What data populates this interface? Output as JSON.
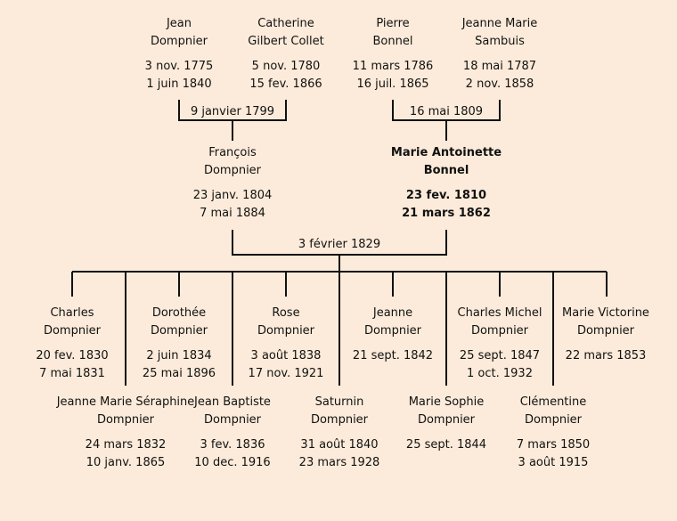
{
  "people": {
    "jean": {
      "name1": "Jean",
      "name2": "Dompnier",
      "birth": "3 nov. 1775",
      "death": "1 juin 1840"
    },
    "catherine": {
      "name1": "Catherine",
      "name2": "Gilbert Collet",
      "birth": "5 nov. 1780",
      "death": "15 fev. 1866"
    },
    "pierre": {
      "name1": "Pierre",
      "name2": "Bonnel",
      "birth": "11 mars 1786",
      "death": "16 juil. 1865"
    },
    "jeanne_marie_s": {
      "name1": "Jeanne Marie",
      "name2": "Sambuis",
      "birth": "18 mai 1787",
      "death": "2 nov. 1858"
    },
    "francois": {
      "name1": "François",
      "name2": "Dompnier",
      "birth": "23 janv. 1804",
      "death": "7 mai 1884"
    },
    "marie_antoinette": {
      "name1": "Marie Antoinette",
      "name2": "Bonnel",
      "birth": "23 fev. 1810",
      "death": "21 mars 1862"
    },
    "charles": {
      "name1": "Charles",
      "name2": "Dompnier",
      "birth": "20 fev. 1830",
      "death": "7 mai 1831"
    },
    "jeanne_marie_seraphine": {
      "name1": "Jeanne Marie Séraphine",
      "name2": "Dompnier",
      "birth": "24 mars 1832",
      "death": "10 janv. 1865"
    },
    "dorothee": {
      "name1": "Dorothée",
      "name2": "Dompnier",
      "birth": "2 juin 1834",
      "death": "25 mai 1896"
    },
    "jean_baptiste": {
      "name1": "Jean Baptiste",
      "name2": "Dompnier",
      "birth": "3 fev. 1836",
      "death": "10 dec. 1916"
    },
    "rose": {
      "name1": "Rose",
      "name2": "Dompnier",
      "birth": "3 août 1838",
      "death": "17 nov. 1921"
    },
    "saturnin": {
      "name1": "Saturnin",
      "name2": "Dompnier",
      "birth": "31 août 1840",
      "death": "23 mars 1928"
    },
    "jeanne": {
      "name1": "Jeanne",
      "name2": "Dompnier",
      "birth": "21 sept. 1842",
      "death": ""
    },
    "marie_sophie": {
      "name1": "Marie Sophie",
      "name2": "Dompnier",
      "birth": "25 sept. 1844",
      "death": ""
    },
    "charles_michel": {
      "name1": "Charles Michel",
      "name2": "Dompnier",
      "birth": "25 sept. 1847",
      "death": "1 oct. 1932"
    },
    "clementine": {
      "name1": "Clémentine",
      "name2": "Dompnier",
      "birth": "7 mars 1850",
      "death": "3 août 1915"
    },
    "marie_victorine": {
      "name1": "Marie Victorine",
      "name2": "Dompnier",
      "birth": "22 mars 1853",
      "death": ""
    }
  },
  "marriages": {
    "m1": "9 janvier 1799",
    "m2": "16 mai 1809",
    "m3": "3 février 1829"
  },
  "colors": {
    "background": "#fcebda",
    "line": "#111111"
  }
}
